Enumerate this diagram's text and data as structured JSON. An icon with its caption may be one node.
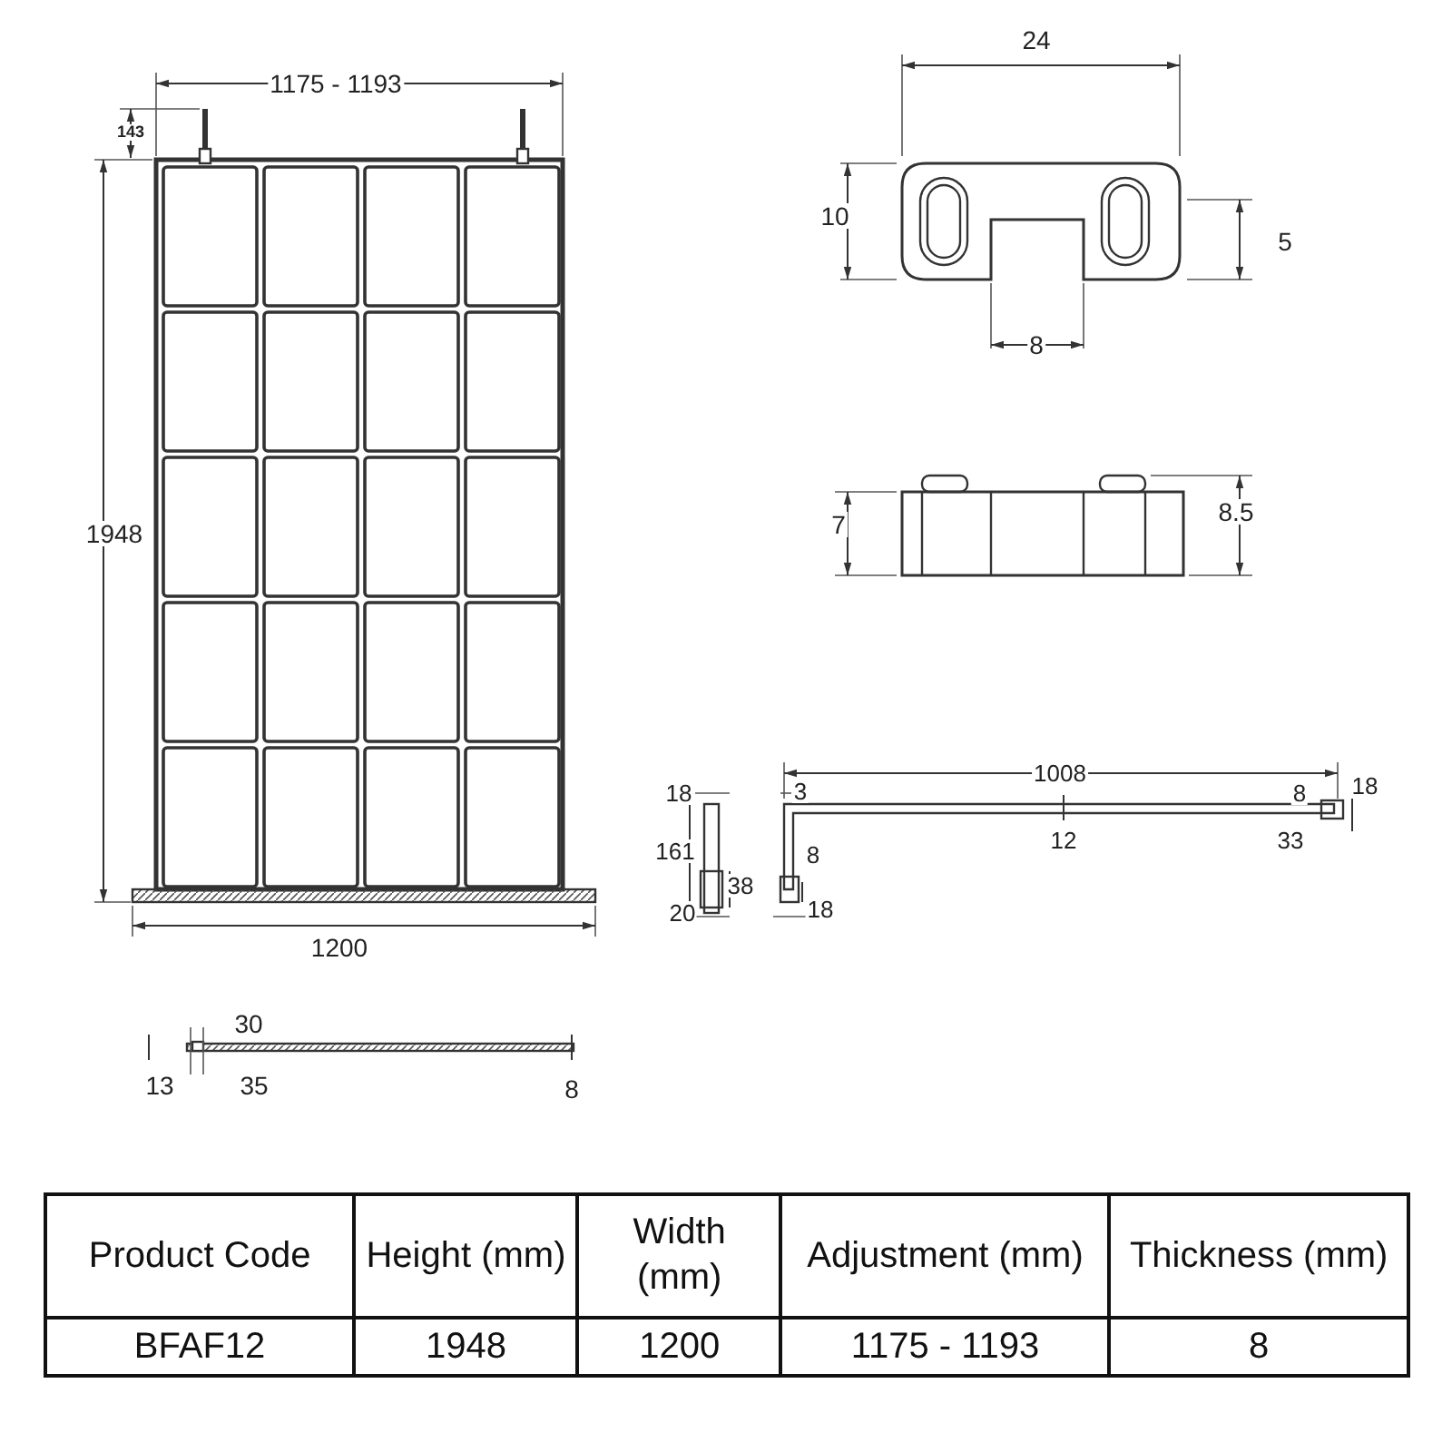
{
  "diagram": {
    "labels": [
      "1175 - 1193",
      "143",
      "24",
      "10",
      "5",
      "8",
      "1948",
      "7",
      "8.5",
      "18",
      "3",
      "1008",
      "8",
      "18",
      "161",
      "12",
      "33",
      "8",
      "38",
      "20",
      "18",
      "1200",
      "30",
      "13",
      "35",
      "8",
      "Product Code",
      "Height (mm)",
      "Width (mm)",
      "Adjustment (mm)",
      "Thickness (mm)",
      "BFAF12",
      "1948",
      "1200",
      "1175 - 1193",
      "8"
    ]
  }
}
